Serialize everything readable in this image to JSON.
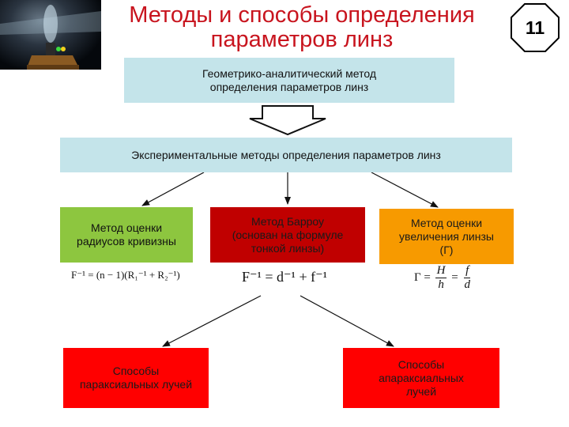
{
  "title": {
    "line1": "Методы и способы определения",
    "line2": "параметров линз"
  },
  "slide_number": "11",
  "boxes": {
    "geometric": {
      "line1": "Геометрико-аналитический метод",
      "line2": "определения параметров линз"
    },
    "experimental": {
      "line1": "Экспериментальные методы определения параметров линз"
    },
    "curvature": {
      "line1": "Метод оценки",
      "line2": "радиусов кривизны"
    },
    "barrow": {
      "line1": "Метод Барроу",
      "line2": "(основан на формуле",
      "line3": "тонкой линзы)"
    },
    "magnification": {
      "line1": "Метод оценки",
      "line2": "увеличения линзы",
      "line3": "(Г)"
    },
    "paraxial": {
      "line1": "Способы",
      "line2": "параксиальных лучей"
    },
    "aparaxial": {
      "line1": "Способы",
      "line2": "апараксиальных",
      "line3": "лучей"
    }
  },
  "formulas": {
    "curvature": "F⁻¹ = (n − 1)(R₁⁻¹ + R₂⁻¹)",
    "barrow": "F⁻¹ = d⁻¹ + f⁻¹",
    "magnification": {
      "lhs": "Г =",
      "frac1_num": "H",
      "frac1_den": "h",
      "eq": "=",
      "frac2_num": "f",
      "frac2_den": "d"
    }
  },
  "colors": {
    "title": "#c8141e",
    "light_blue": "#c4e4ea",
    "green": "#8dc63f",
    "dark_red": "#c00000",
    "orange": "#f79a00",
    "red": "#ff0000"
  }
}
